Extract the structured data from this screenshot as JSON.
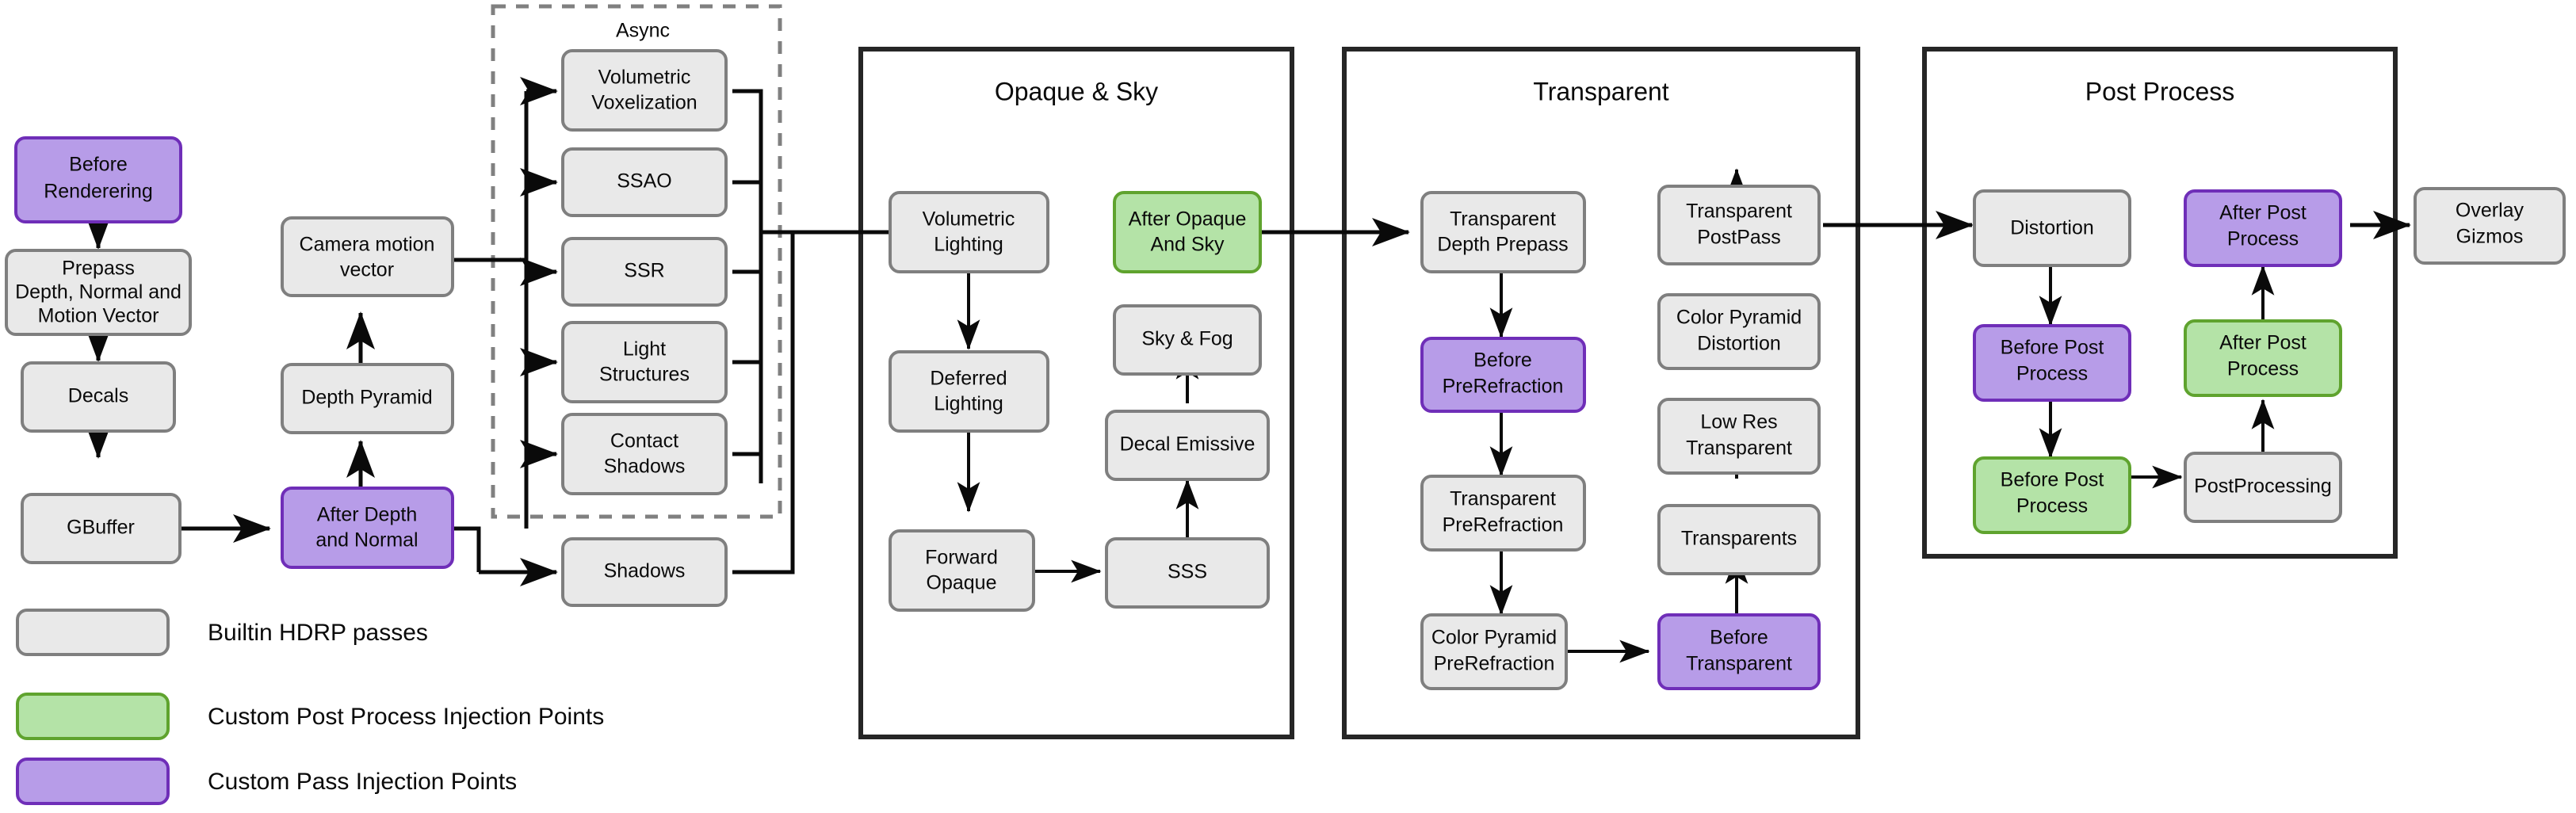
{
  "diagram": {
    "title_present": false,
    "colors": {
      "builtin_fill": "#e9e9e9",
      "builtin_border": "#7f7f7f",
      "custom_post_process_fill": "#b4e3a7",
      "custom_post_process_border": "#5fa32e",
      "custom_pass_fill": "#b79ce8",
      "custom_pass_border": "#6f2eb8",
      "group_border": "#262626",
      "async_border": "#808080",
      "edge": "#0a0a0a"
    }
  },
  "groups": {
    "async": {
      "label": "Async"
    },
    "opaque_sky": {
      "label": "Opaque & Sky"
    },
    "transparent": {
      "label": "Transparent"
    },
    "post_process": {
      "label": "Post Process"
    }
  },
  "nodes": {
    "before_rendering": {
      "line1": "Before",
      "line2": "Renderering",
      "kind": "custom_pass"
    },
    "prepass": {
      "line1": "Prepass",
      "line2": "Depth, Normal and",
      "line3": "Motion Vector",
      "kind": "builtin"
    },
    "decals": {
      "line1": "Decals",
      "kind": "builtin"
    },
    "gbuffer": {
      "line1": "GBuffer",
      "kind": "builtin"
    },
    "camera_motion_vector": {
      "line1": "Camera motion",
      "line2": "vector",
      "kind": "builtin"
    },
    "depth_pyramid": {
      "line1": "Depth Pyramid",
      "kind": "builtin"
    },
    "after_depth_and_normal": {
      "line1": "After Depth",
      "line2": "and Normal",
      "kind": "custom_pass"
    },
    "volumetric_voxelization": {
      "line1": "Volumetric",
      "line2": "Voxelization",
      "kind": "builtin"
    },
    "ssao": {
      "line1": "SSAO",
      "kind": "builtin"
    },
    "ssr": {
      "line1": "SSR",
      "kind": "builtin"
    },
    "light_structures": {
      "line1": "Light",
      "line2": "Structures",
      "kind": "builtin"
    },
    "contact_shadows": {
      "line1": "Contact",
      "line2": "Shadows",
      "kind": "builtin"
    },
    "shadows": {
      "line1": "Shadows",
      "kind": "builtin"
    },
    "volumetric_lighting": {
      "line1": "Volumetric",
      "line2": "Lighting",
      "kind": "builtin"
    },
    "deferred_lighting": {
      "line1": "Deferred",
      "line2": "Lighting",
      "kind": "builtin"
    },
    "forward_opaque": {
      "line1": "Forward",
      "line2": "Opaque",
      "kind": "builtin"
    },
    "after_opaque_and_sky": {
      "line1": "After Opaque",
      "line2": "And Sky",
      "kind": "custom_post_process"
    },
    "sky_and_fog": {
      "line1": "Sky & Fog",
      "kind": "builtin"
    },
    "decal_emissive": {
      "line1": "Decal Emissive",
      "kind": "builtin"
    },
    "sss": {
      "line1": "SSS",
      "kind": "builtin"
    },
    "transparent_depth_prepass": {
      "line1": "Transparent",
      "line2": "Depth Prepass",
      "kind": "builtin"
    },
    "before_prerefraction": {
      "line1": "Before",
      "line2": "PreRefraction",
      "kind": "custom_pass"
    },
    "transparent_prerefraction": {
      "line1": "Transparent",
      "line2": "PreRefraction",
      "kind": "builtin"
    },
    "color_pyramid_prerefraction": {
      "line1": "Color Pyramid",
      "line2": "PreRefraction",
      "kind": "builtin"
    },
    "transparent_postpass": {
      "line1": "Transparent",
      "line2": "PostPass",
      "kind": "builtin"
    },
    "color_pyramid_distortion": {
      "line1": "Color Pyramid",
      "line2": "Distortion",
      "kind": "builtin"
    },
    "low_res_transparent": {
      "line1": "Low Res",
      "line2": "Transparent",
      "kind": "builtin"
    },
    "transparents": {
      "line1": "Transparents",
      "kind": "builtin"
    },
    "before_transparent": {
      "line1": "Before",
      "line2": "Transparent",
      "kind": "custom_pass"
    },
    "distortion": {
      "line1": "Distortion",
      "kind": "builtin"
    },
    "before_post_process_purple": {
      "line1": "Before Post",
      "line2": "Process",
      "kind": "custom_pass"
    },
    "before_post_process_green": {
      "line1": "Before Post",
      "line2": "Process",
      "kind": "custom_post_process"
    },
    "after_post_process_purple": {
      "line1": "After Post",
      "line2": "Process",
      "kind": "custom_pass"
    },
    "after_post_process_green": {
      "line1": "After Post",
      "line2": "Process",
      "kind": "custom_post_process"
    },
    "postprocessing": {
      "line1": "PostProcessing",
      "kind": "builtin"
    },
    "overlay_gizmos": {
      "line1": "Overlay",
      "line2": "Gizmos",
      "kind": "builtin"
    }
  },
  "legend": {
    "items": [
      {
        "label": "Builtin HDRP passes",
        "kind": "builtin"
      },
      {
        "label": "Custom Post Process Injection Points",
        "kind": "custom_post_process"
      },
      {
        "label": "Custom Pass Injection Points",
        "kind": "custom_pass"
      }
    ]
  }
}
